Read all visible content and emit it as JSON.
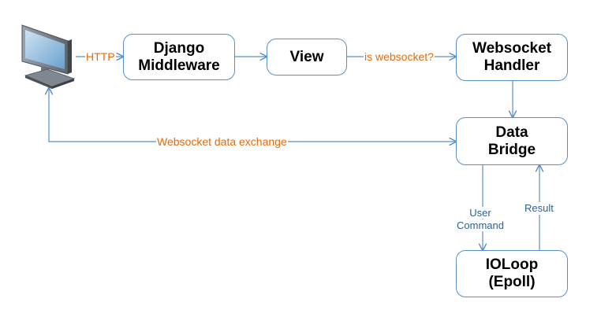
{
  "colors": {
    "node_border": "#5b8fc7",
    "edge": "#5b8fc7",
    "label_orange": "#e36c0a",
    "label_blue": "#2f5f94"
  },
  "client": {
    "icon": "desktop-monitor-icon"
  },
  "nodes": {
    "django_middleware": "Django\nMiddleware",
    "view": "View",
    "websocket_handler": "Websocket\nHandler",
    "data_bridge": "Data\nBridge",
    "ioloop": "IOLoop\n(Epoll)"
  },
  "edges": {
    "http": "HTTP",
    "is_websocket": "is websocket?",
    "data_exchange": "Websocket data exchange",
    "user_command": "User\nCommand",
    "result": "Result"
  }
}
